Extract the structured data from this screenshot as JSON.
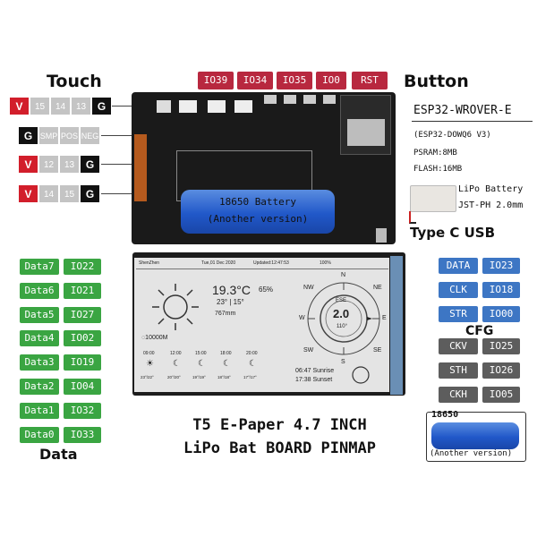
{
  "titles": {
    "touch": "Touch",
    "button": "Button",
    "data": "Data",
    "cfg": "CFG",
    "type_c": "Type C USB",
    "board_line1": "T5 E-Paper 4.7 INCH",
    "board_line2": "LiPo Bat BOARD PINMAP"
  },
  "touch_rows": [
    [
      "V",
      "15",
      "14",
      "13",
      "G"
    ],
    [
      "G",
      "SMP",
      "POS",
      "NEG"
    ],
    [
      "V",
      "12",
      "13",
      "G"
    ],
    [
      "V",
      "14",
      "15",
      "G"
    ]
  ],
  "buttons": [
    "IO39",
    "IO34",
    "IO35",
    "IO0",
    "RST"
  ],
  "module": {
    "name": "ESP32-WROVER-E",
    "variant": "(ESP32-DOWQ6 V3)",
    "psram": "PSRAM:8MB",
    "flash": "FLASH:16MB"
  },
  "battery": {
    "line1": "18650 Battery",
    "line2": "(Another version)"
  },
  "lipo": {
    "line1": "LiPo Battery",
    "line2": "JST-PH 2.0mm"
  },
  "data_pins": [
    [
      "Data7",
      "IO22"
    ],
    [
      "Data6",
      "IO21"
    ],
    [
      "Data5",
      "IO27"
    ],
    [
      "Data4",
      "IO02"
    ],
    [
      "Data3",
      "IO19"
    ],
    [
      "Data2",
      "IO04"
    ],
    [
      "Data1",
      "IO32"
    ],
    [
      "Data0",
      "IO33"
    ]
  ],
  "right_pins_blue": [
    [
      "DATA",
      "IO23"
    ],
    [
      "CLK",
      "IO18"
    ],
    [
      "STR",
      "IO00"
    ]
  ],
  "right_pins_gray": [
    [
      "CKV",
      "IO25"
    ],
    [
      "STH",
      "IO26"
    ],
    [
      "CKH",
      "IO05"
    ]
  ],
  "bottom_battery": {
    "label": "18650",
    "caption": "(Another version)"
  },
  "epaper": {
    "city": "ShenZhen",
    "date": "Tue,01 Dec 2020",
    "updated": "Updated:12:47:53",
    "battery_pct": "100%",
    "temp": "19.3°C",
    "humidity": "65%",
    "hilo": "23° | 15°",
    "pressure": "767mm",
    "visibility": "10000M",
    "forecast_times": [
      "09:00",
      "12:00",
      "15:00",
      "18:00",
      "20:00"
    ],
    "forecast_temps": [
      "23°/22°",
      "20°/20°",
      "19°/19°",
      "18°/18°",
      "17°/17°"
    ],
    "compass_dirs": [
      "NW",
      "N",
      "NE",
      "W",
      "E",
      "SW",
      "S",
      "SE"
    ],
    "wind_dir": "ESE",
    "wind_speed": "2.0",
    "wind_angle": "110°",
    "sunrise": "06:47 Sunrise",
    "sunset": "17:38 Sunset"
  },
  "colors": {
    "button_label": "#b8283f",
    "data_label": "#3aa542",
    "cfg_label": "#3d76c4",
    "cfg_gray_label": "#5d5d5d",
    "pin_red": "#d21e2b",
    "pin_black": "#111111",
    "battery_blue": "#2158c9"
  }
}
